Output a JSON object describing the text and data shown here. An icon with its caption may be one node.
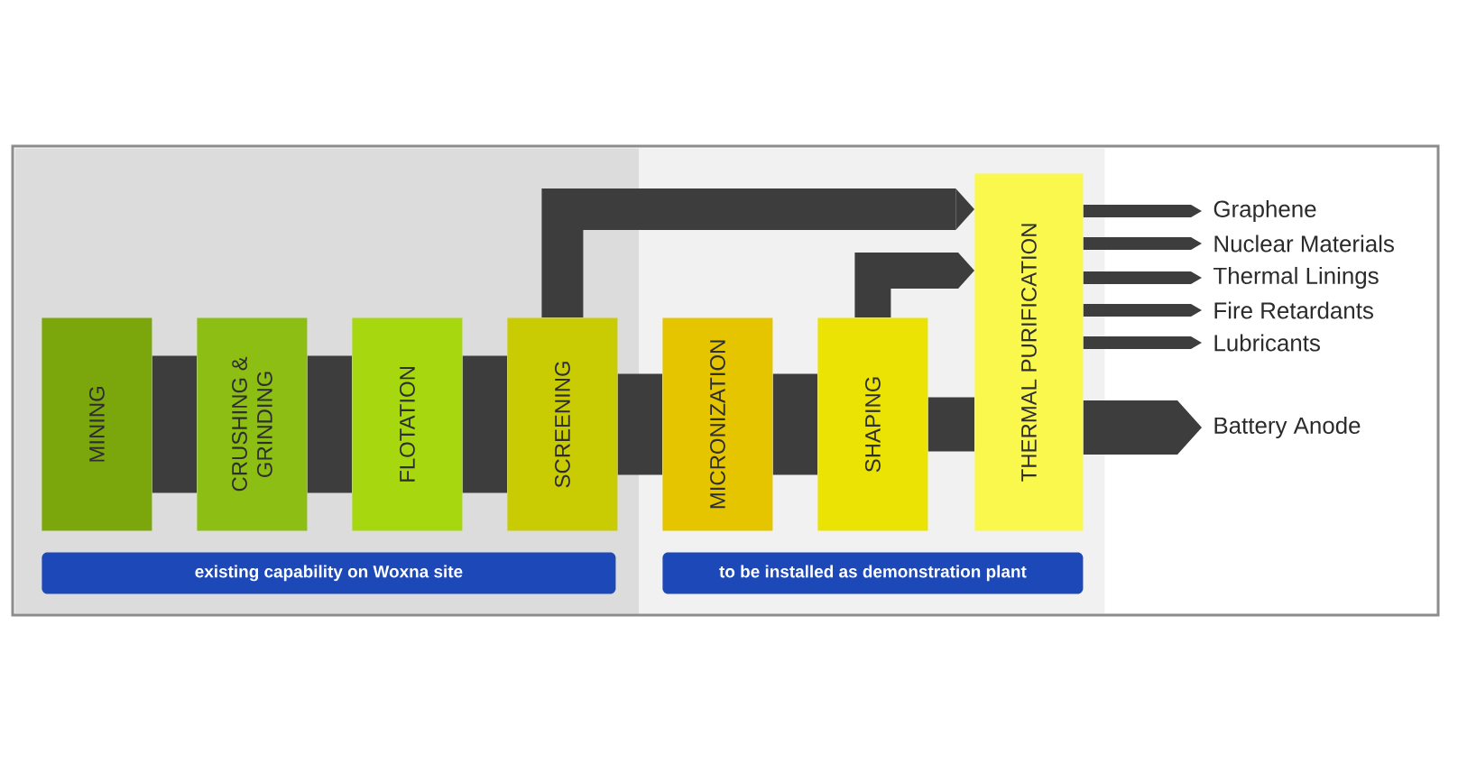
{
  "diagram": {
    "nodes": [
      {
        "text": [],
        "shape": "box"
      },
      {
        "text": [
          "MINING"
        ],
        "in": 0
      },
      {
        "text": [
          "CRUSHING & GRINDING"
        ],
        "in": 0
      },
      {
        "text": [
          "FLOTATION"
        ],
        "in": 0
      },
      {
        "text": [
          "SCREENING"
        ],
        "in": 0
      },
      {
        "text": [
          "existing capability on Woxna site"
        ],
        "in": 0
      },
      {
        "text": [],
        "shape": "box"
      },
      {
        "text": [
          "MICRONIZATION"
        ],
        "in": 6
      },
      {
        "text": [
          "SHAPING"
        ],
        "in": 6
      },
      {
        "text": [
          "THERMAL PURIFICATION"
        ],
        "in": 6
      },
      {
        "text": [
          "to be installed as demonstration plant"
        ],
        "in": 6
      },
      {
        "text": [
          "Graphene"
        ]
      },
      {
        "text": [
          "Nuclear Materials"
        ]
      },
      {
        "text": [
          "Thermal Linings"
        ]
      },
      {
        "text": [
          "Fire Retardants"
        ]
      },
      {
        "text": [
          "Lubricants"
        ]
      },
      {
        "text": [
          "Battery Anode"
        ]
      }
    ],
    "edges": [
      {
        "from": 1,
        "to": 2,
        "arrow": "none",
        "style": "thick"
      },
      {
        "from": 2,
        "to": 3,
        "arrow": "none",
        "style": "thick"
      },
      {
        "from": 3,
        "to": 4,
        "arrow": "none",
        "style": "thick"
      },
      {
        "from": 4,
        "to": 7,
        "arrow": "none",
        "style": "thick"
      },
      {
        "from": 7,
        "to": 8,
        "arrow": "none",
        "style": "thick"
      },
      {
        "from": 8,
        "to": 9,
        "arrow": "none"
      },
      {
        "from": 4,
        "to": 9,
        "arrow": "to"
      },
      {
        "from": 8,
        "to": 9,
        "arrow": "to"
      },
      {
        "from": 9,
        "to": 11,
        "arrow": "to"
      },
      {
        "from": 9,
        "to": 12,
        "arrow": "to"
      },
      {
        "from": 9,
        "to": 13,
        "arrow": "to"
      },
      {
        "from": 9,
        "to": 14,
        "arrow": "to"
      },
      {
        "from": 9,
        "to": 15,
        "arrow": "to"
      },
      {
        "from": 9,
        "to": 16,
        "arrow": "to"
      }
    ]
  }
}
